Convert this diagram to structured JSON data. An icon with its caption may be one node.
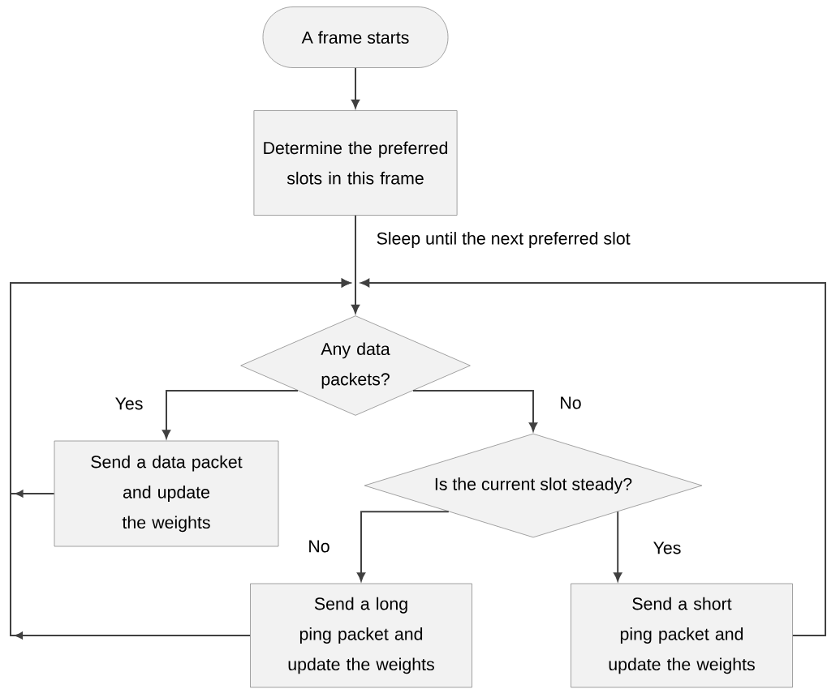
{
  "diagram": {
    "nodes": [
      {
        "text": [
          "A frame starts"
        ]
      },
      {
        "text": [
          "Determine the preferred slots in this frame"
        ]
      },
      {
        "text": [
          "Any data packets?"
        ]
      },
      {
        "text": [
          "Send a data packet and update the weights"
        ]
      },
      {
        "text": [
          "Is the current slot steady?"
        ]
      },
      {
        "text": [
          "Send a long ping packet and update the weights"
        ]
      },
      {
        "text": [
          "Send a short ping packet and update the weights"
        ]
      }
    ],
    "edges": [
      {
        "from": 0,
        "to": 1,
        "arrow": "to"
      },
      {
        "from": 1,
        "to": 2,
        "arrow": "to",
        "label": "Sleep until the next preferred slot"
      },
      {
        "from": 2,
        "to": 3,
        "arrow": "to",
        "label": "Yes"
      },
      {
        "from": 2,
        "to": 4,
        "arrow": "to",
        "label": "No"
      },
      {
        "from": 4,
        "to": 5,
        "arrow": "to",
        "label": "No"
      },
      {
        "from": 4,
        "to": 6,
        "arrow": "to",
        "label": "Yes"
      },
      {
        "from": 3,
        "to": 2,
        "arrow": "to"
      },
      {
        "from": 5,
        "to": 2,
        "arrow": "to"
      },
      {
        "from": 6,
        "to": 2,
        "arrow": "to"
      }
    ]
  }
}
